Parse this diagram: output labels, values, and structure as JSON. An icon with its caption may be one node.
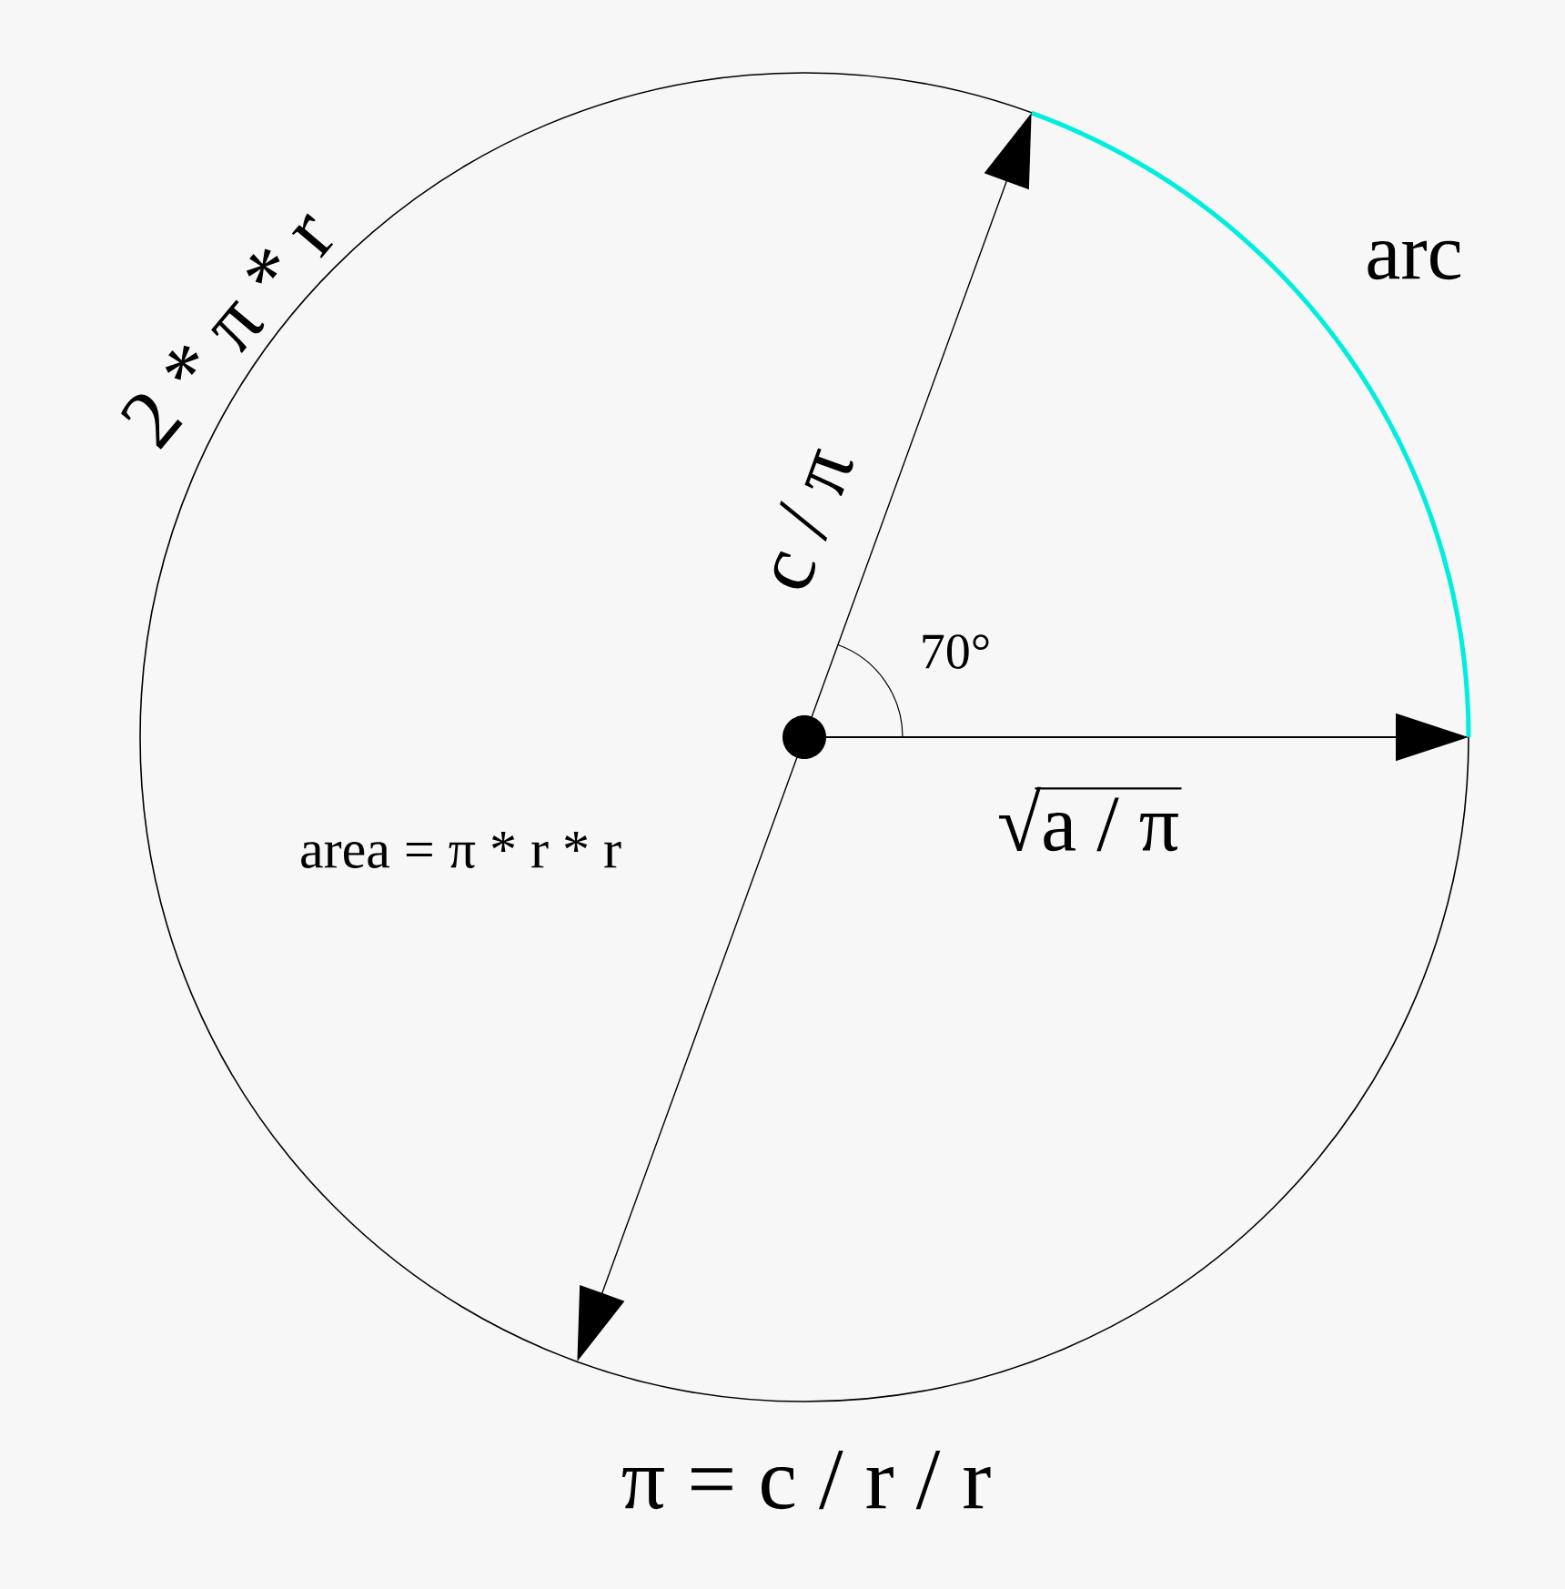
{
  "diagram": {
    "labels": [
      "2 * π * r",
      "arc",
      "c / π",
      "70°",
      "√a / π",
      "area = π * r * r",
      "π = c / r / r"
    ]
  }
}
